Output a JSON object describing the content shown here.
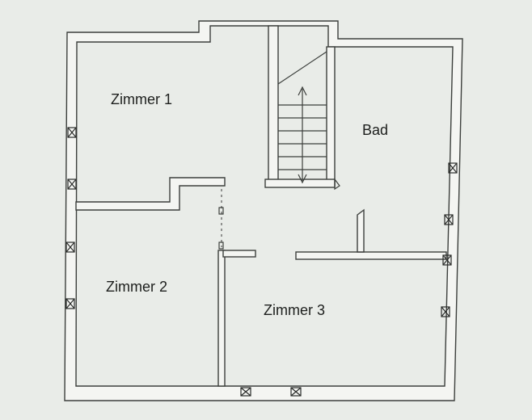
{
  "rooms": {
    "room1": "Zimmer 1",
    "room2": "Zimmer 2",
    "room3": "Zimmer 3",
    "bath": "Bad"
  }
}
